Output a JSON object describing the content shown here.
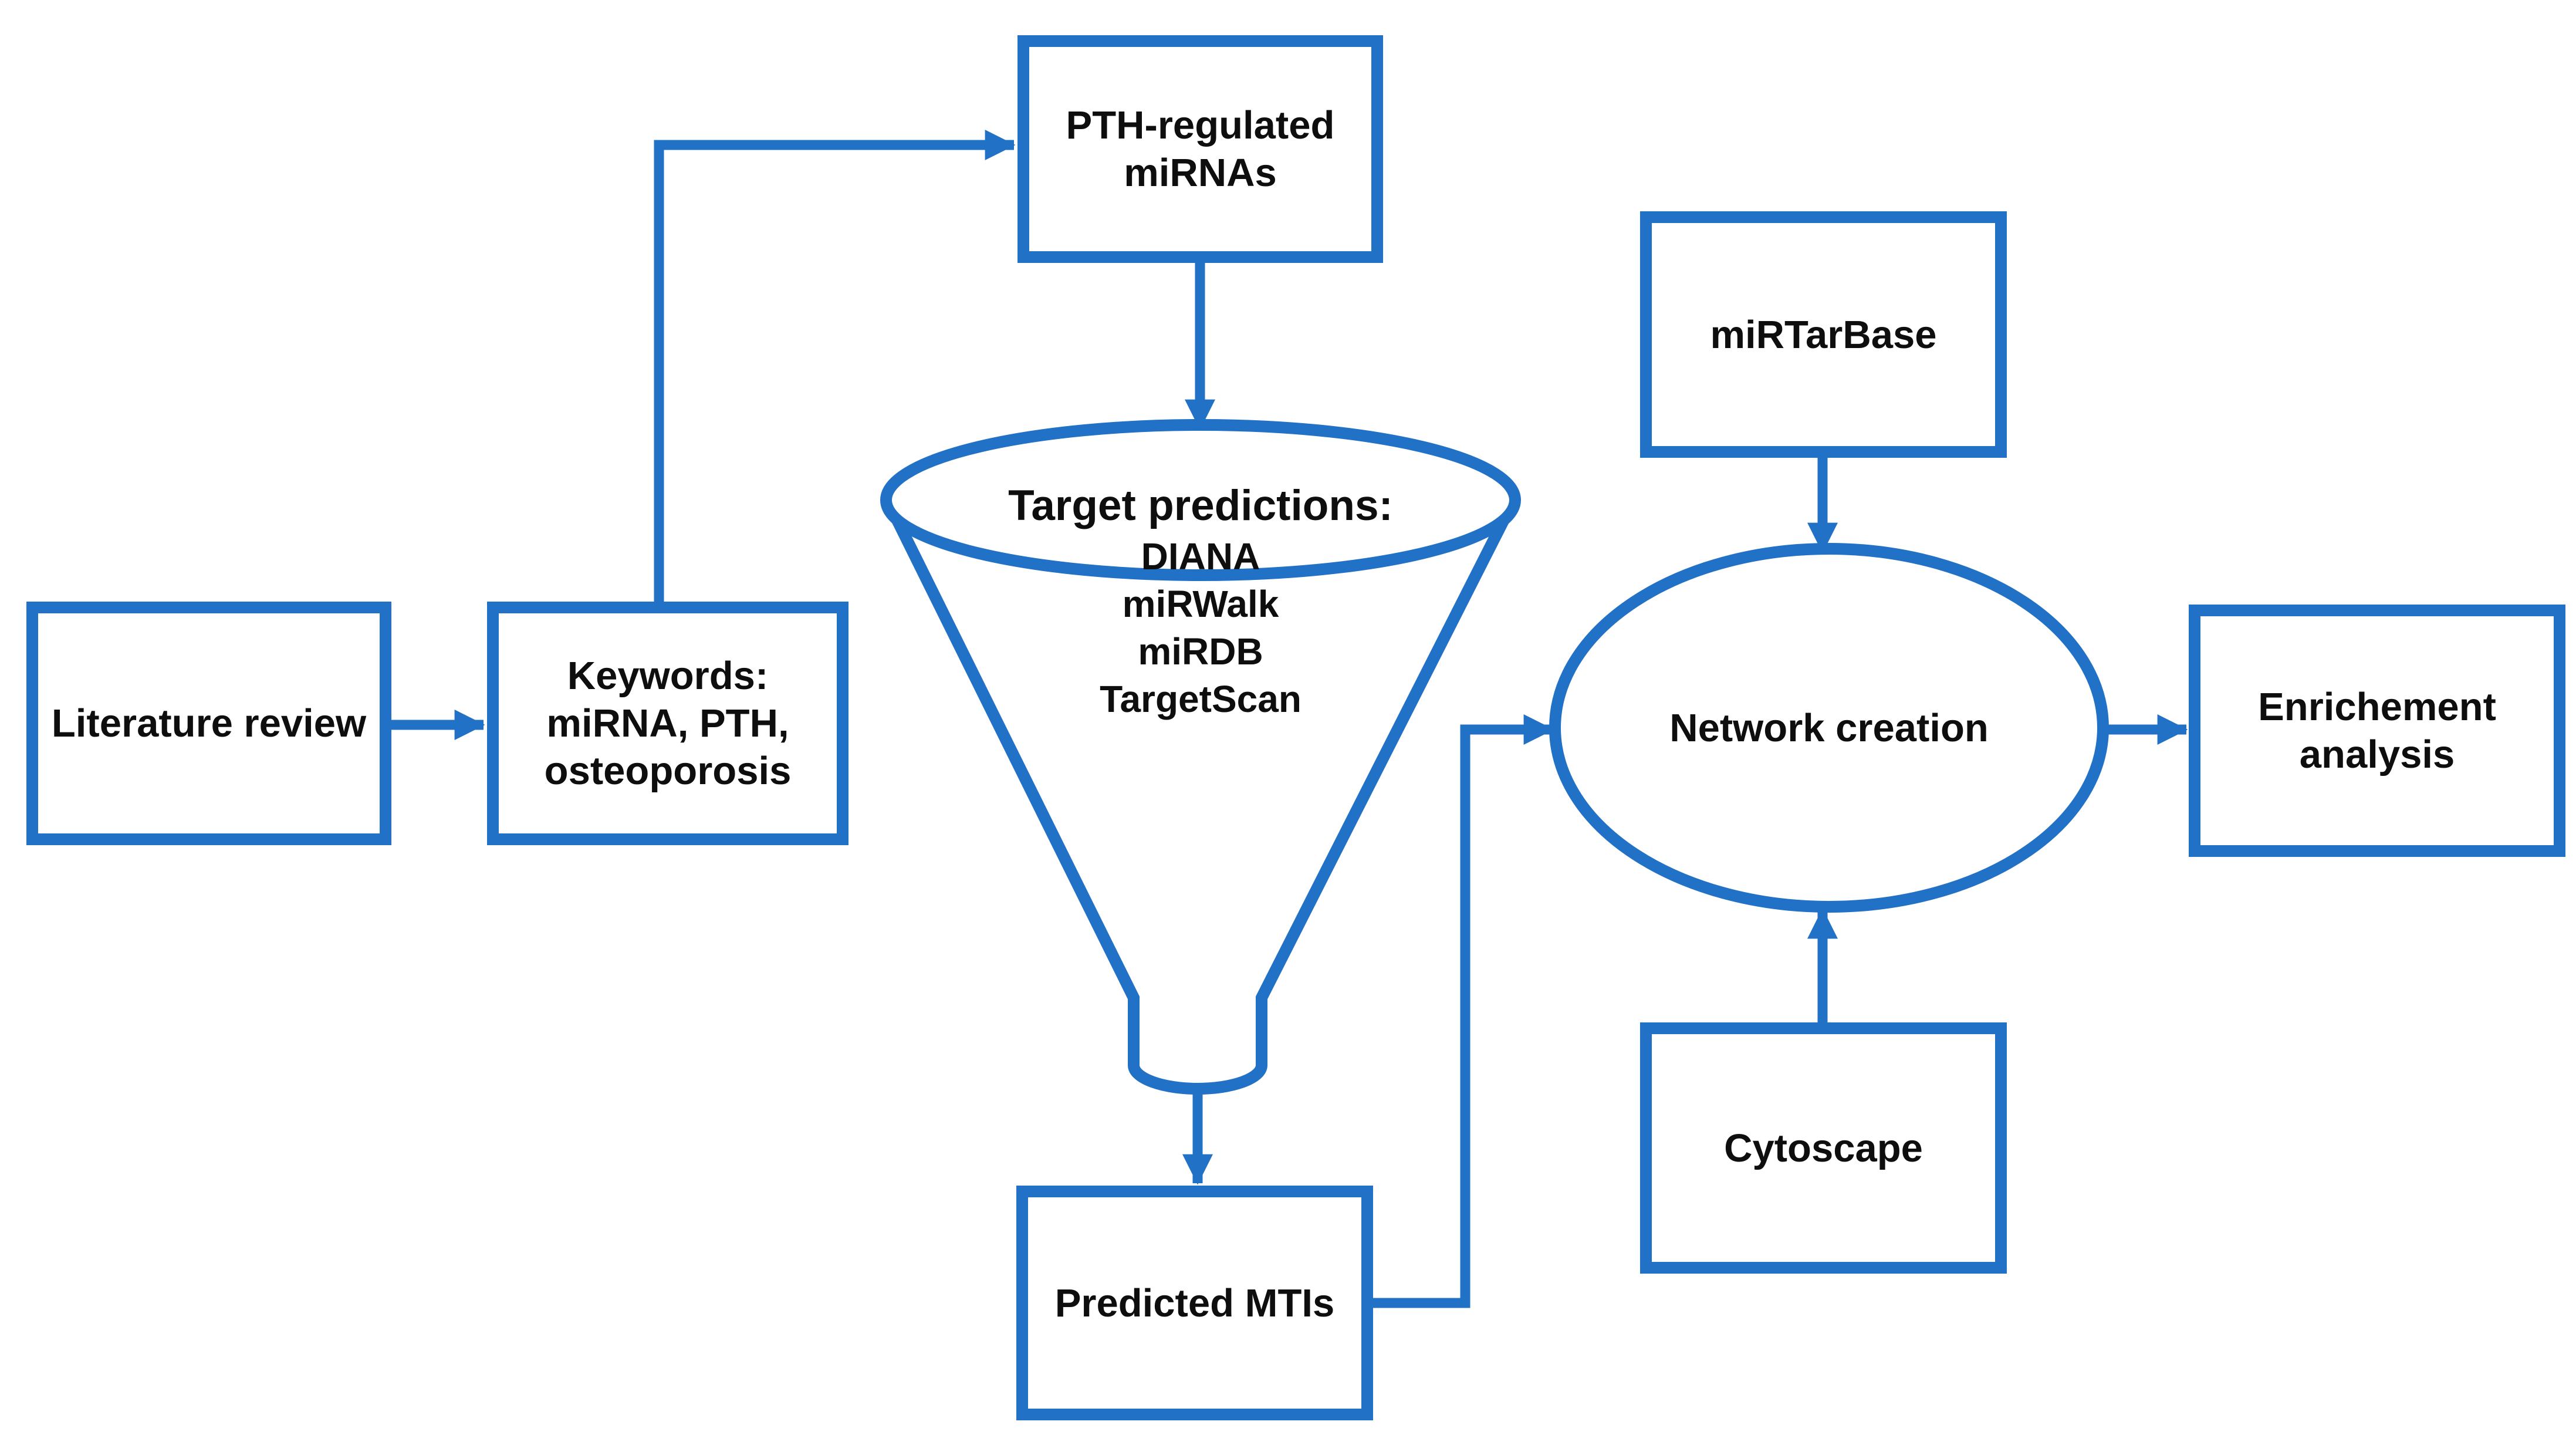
{
  "figure": {
    "accent_color": "#2171c6",
    "background_color": "#ffffff",
    "text_color": "#0e0e0e"
  },
  "nodes": {
    "literature_review": {
      "label": "Literature review"
    },
    "keywords": {
      "line1": "Keywords:",
      "line2": "miRNA, PTH,",
      "line3": "osteoporosis"
    },
    "pth_mirnas": {
      "line1": "PTH-regulated",
      "line2": "miRNAs"
    },
    "funnel": {
      "title": "Target predictions:",
      "items": [
        "DIANA",
        "miRWalk",
        "miRDB",
        "TargetScan"
      ]
    },
    "predicted_mtis": {
      "label": "Predicted MTIs"
    },
    "mirtarbase": {
      "label": "miRTarBase"
    },
    "network_creation": {
      "label": "Network creation"
    },
    "cytoscape": {
      "label": "Cytoscape"
    },
    "enrichment": {
      "line1": "Enrichement",
      "line2": "analysis"
    }
  },
  "edges": [
    {
      "from": "literature_review",
      "to": "keywords"
    },
    {
      "from": "keywords",
      "to": "pth_mirnas"
    },
    {
      "from": "pth_mirnas",
      "to": "funnel"
    },
    {
      "from": "funnel",
      "to": "predicted_mtis"
    },
    {
      "from": "predicted_mtis",
      "to": "network_creation"
    },
    {
      "from": "mirtarbase",
      "to": "network_creation"
    },
    {
      "from": "cytoscape",
      "to": "network_creation"
    },
    {
      "from": "network_creation",
      "to": "enrichment"
    }
  ]
}
